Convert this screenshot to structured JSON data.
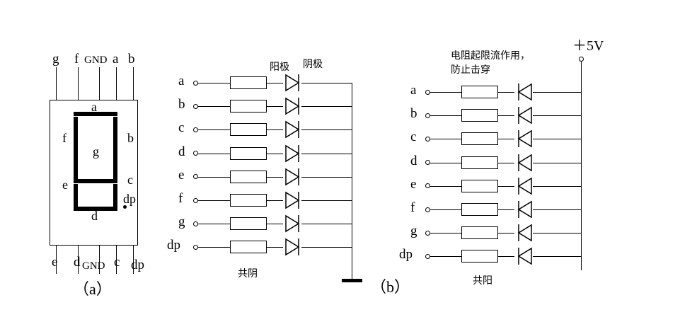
{
  "figure": {
    "caption_a": "（a）",
    "caption_b": "（b）"
  },
  "display": {
    "top_pins": [
      "g",
      "f",
      "GND",
      "a",
      "b"
    ],
    "bottom_pins": [
      "e",
      "d",
      "GND",
      "c",
      "dp"
    ],
    "segment_labels": {
      "a": "a",
      "b": "b",
      "c": "c",
      "d": "d",
      "e": "e",
      "f": "f",
      "g": "g",
      "dp": "dp"
    }
  },
  "circuit_cathode": {
    "rows": [
      "a",
      "b",
      "c",
      "d",
      "e",
      "f",
      "g",
      "dp"
    ],
    "anode_label": "阳极",
    "cathode_label": "阴极",
    "type_label": "共阴"
  },
  "circuit_anode": {
    "rows": [
      "a",
      "b",
      "c",
      "d",
      "e",
      "f",
      "g",
      "dp"
    ],
    "note_line1": "电阻起限流作用，",
    "note_line2": "防止击穿",
    "supply_label": "＋5V",
    "type_label": "共阳"
  },
  "colors": {
    "ink": "#000000",
    "background": "#ffffff"
  }
}
